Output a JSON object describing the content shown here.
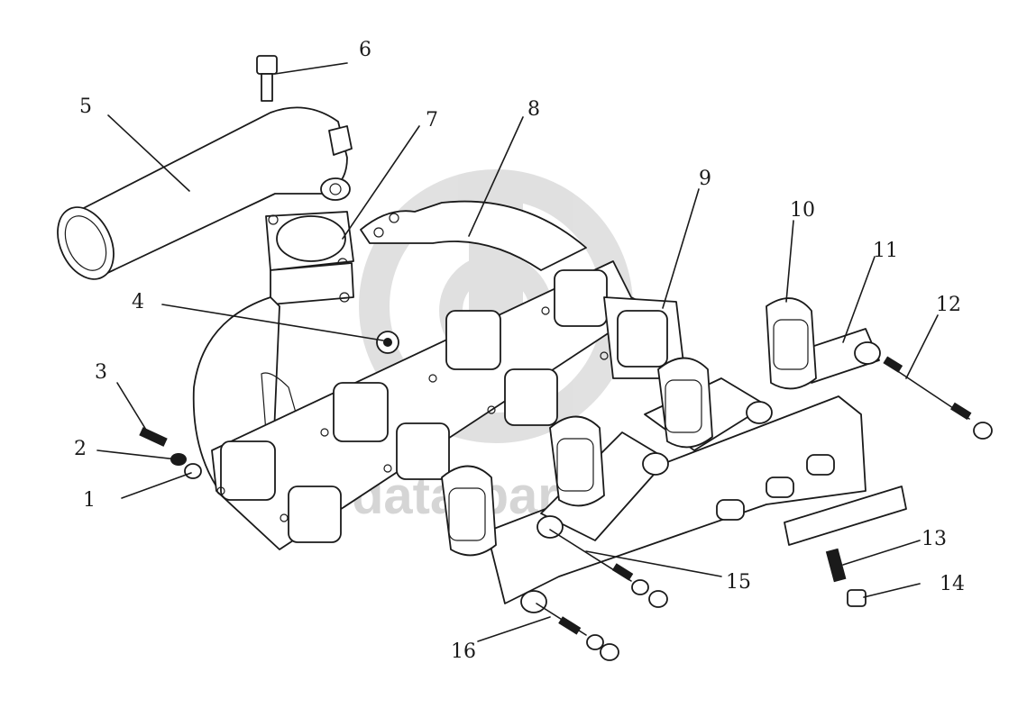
{
  "watermark": {
    "text": "data-parts",
    "color": "#c8c8c8"
  },
  "callouts": [
    {
      "id": "1",
      "label": "1"
    },
    {
      "id": "2",
      "label": "2"
    },
    {
      "id": "3",
      "label": "3"
    },
    {
      "id": "4",
      "label": "4"
    },
    {
      "id": "5",
      "label": "5"
    },
    {
      "id": "6",
      "label": "6"
    },
    {
      "id": "7",
      "label": "7"
    },
    {
      "id": "8",
      "label": "8"
    },
    {
      "id": "9",
      "label": "9"
    },
    {
      "id": "10",
      "label": "10"
    },
    {
      "id": "11",
      "label": "11"
    },
    {
      "id": "12",
      "label": "12"
    },
    {
      "id": "13",
      "label": "13"
    },
    {
      "id": "14",
      "label": "14"
    },
    {
      "id": "15",
      "label": "15"
    },
    {
      "id": "16",
      "label": "16"
    }
  ],
  "colors": {
    "ink": "#1a1a1a",
    "background": "#ffffff"
  }
}
